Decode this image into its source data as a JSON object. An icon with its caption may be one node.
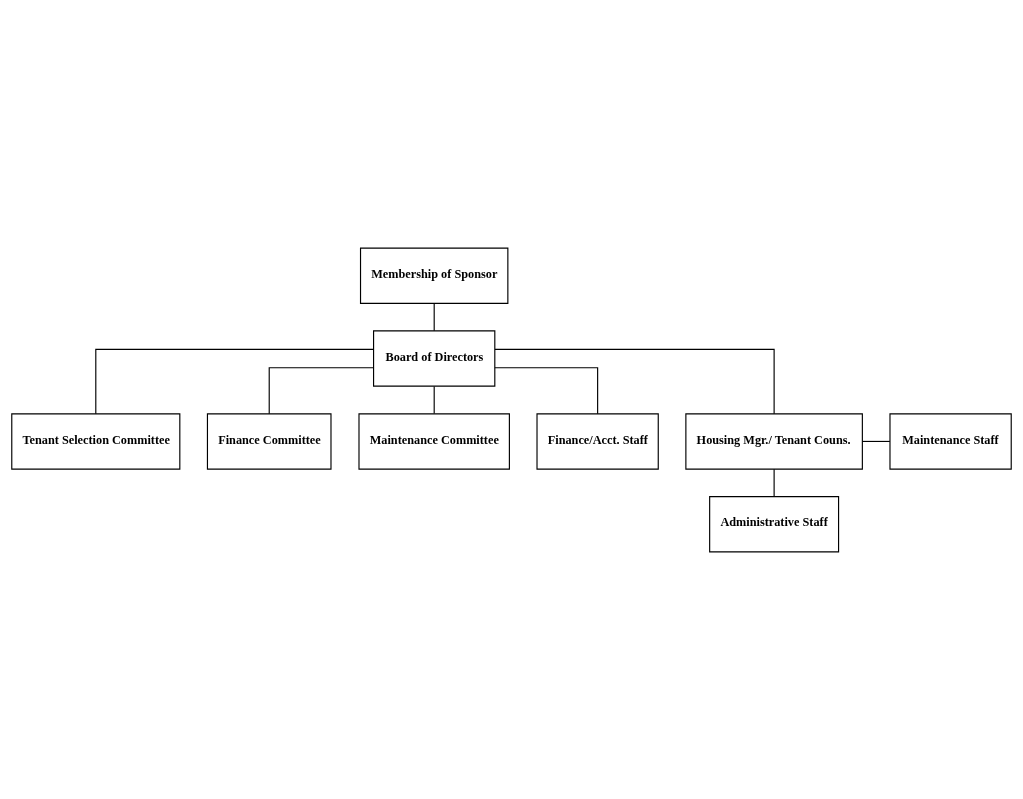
{
  "diagram": {
    "nodes": [
      {
        "text": [
          "Membership of Sponsor"
        ]
      },
      {
        "text": [
          "Board of Directors"
        ]
      },
      {
        "text": [
          "Tenant Selection Committee"
        ]
      },
      {
        "text": [
          "Finance Committee"
        ]
      },
      {
        "text": [
          "Maintenance Committee"
        ]
      },
      {
        "text": [
          "Finance/Acct. Staff"
        ]
      },
      {
        "text": [
          "Housing Mgr./ Tenant Couns."
        ]
      },
      {
        "text": [
          "Maintenance Staff"
        ]
      },
      {
        "text": [
          "Administrative Staff"
        ]
      }
    ],
    "edges": [
      {
        "from": 0,
        "to": 1,
        "arrow": "none"
      },
      {
        "from": 1,
        "to": 2,
        "arrow": "none"
      },
      {
        "from": 1,
        "to": 3,
        "arrow": "none"
      },
      {
        "from": 1,
        "to": 4,
        "arrow": "none"
      },
      {
        "from": 1,
        "to": 5,
        "arrow": "none"
      },
      {
        "from": 1,
        "to": 6,
        "arrow": "none"
      },
      {
        "from": 6,
        "to": 7,
        "arrow": "none"
      },
      {
        "from": 6,
        "to": 8,
        "arrow": "none"
      }
    ]
  }
}
